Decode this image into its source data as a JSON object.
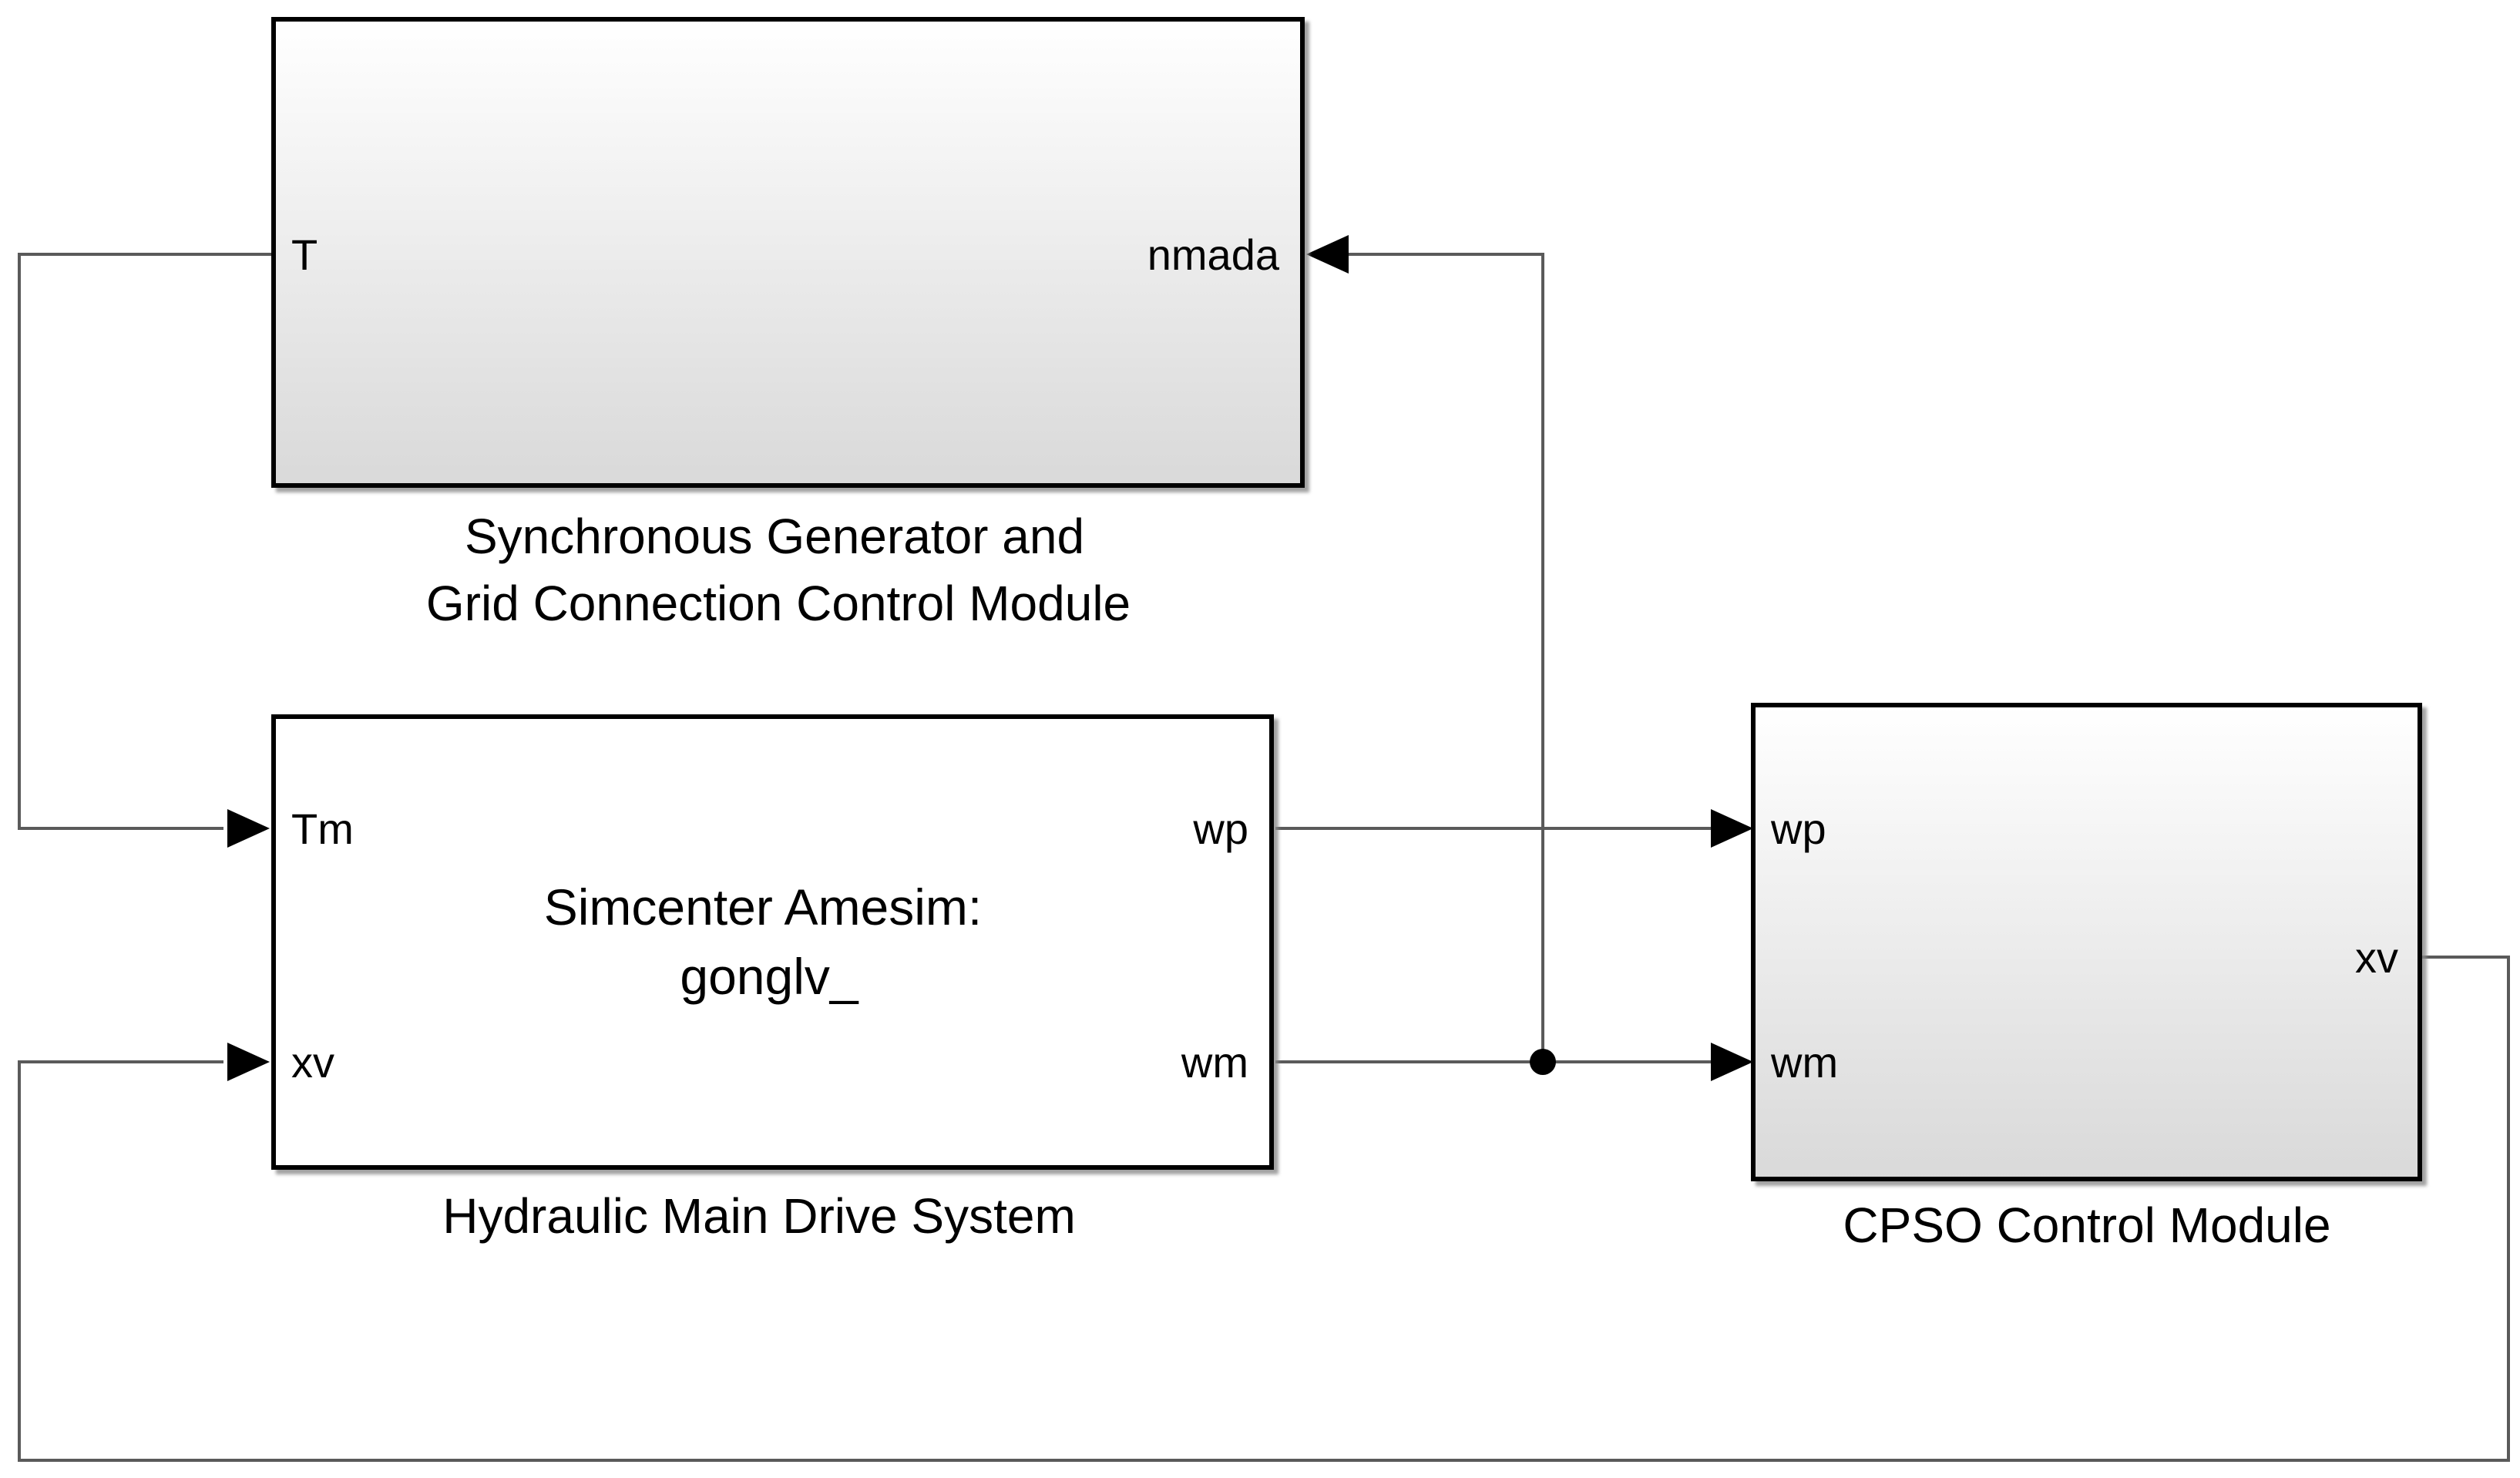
{
  "blocks": {
    "generator": {
      "caption_line1": "Synchronous Generator and",
      "caption_line2": "Grid Connection Control Module",
      "in_port": "T",
      "out_port": "nmada"
    },
    "hydraulic": {
      "inner_line1": "Simcenter Amesim:",
      "inner_line2": "gonglv_",
      "caption": "Hydraulic Main Drive System",
      "in_ports": [
        "Tm",
        "xv"
      ],
      "out_ports": [
        "wp",
        "wm"
      ]
    },
    "cpso": {
      "caption": "CPSO Control Module",
      "in_ports": [
        "wp",
        "wm"
      ],
      "out_port": "xv"
    }
  },
  "colors": {
    "wire": "#5a5a5a",
    "block_border": "#000000",
    "shaded_top": "#ffffff",
    "shaded_bottom": "#d9d9d9"
  }
}
